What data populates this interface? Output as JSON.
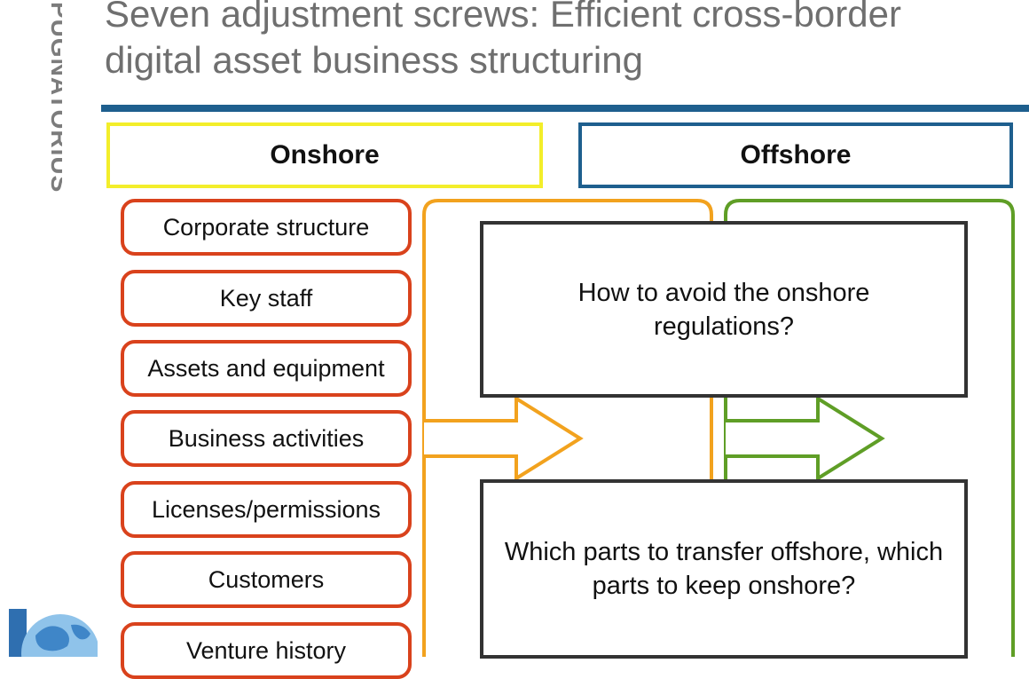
{
  "slide": {
    "title": "Seven adjustment screws: Efficient cross-border digital asset business structuring",
    "brand": "PUGNATORIUS"
  },
  "headers": {
    "onshore": "Onshore",
    "offshore": "Offshore"
  },
  "screws": [
    "Corporate structure",
    "Key staff",
    "Assets and equipment",
    "Business activities",
    "Licenses/permissions",
    "Customers",
    "Venture history"
  ],
  "questions": {
    "q1": "How to avoid the onshore regulations?",
    "q2": "Which parts to transfer offshore, which parts to keep onshore?"
  },
  "colors": {
    "title": "#6f6f6f",
    "rule": "#1e5f8e",
    "onshore_border": "#f3ee2a",
    "offshore_border": "#1e5f8e",
    "pill_border": "#d9421c",
    "orange_frame": "#f2a21e",
    "green_frame": "#5f9e26",
    "question_border": "#333333",
    "brand_accent": "#2f86c9"
  },
  "icons": {
    "arrows": [
      "arrow-right-icon",
      "arrow-right-icon"
    ],
    "logo": "globe-icon"
  }
}
